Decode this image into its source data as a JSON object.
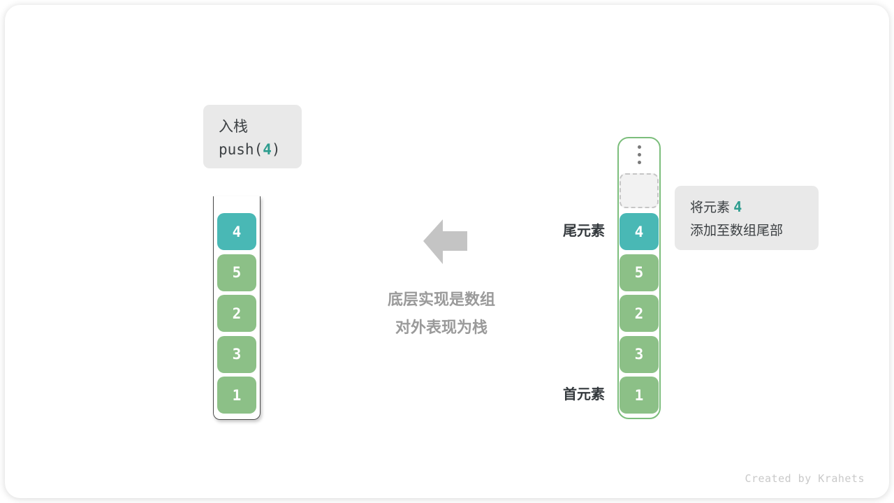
{
  "diagram": {
    "operation_box": {
      "title": "入栈",
      "code_prefix": "push(",
      "code_value": "4",
      "code_suffix": ")"
    },
    "left_stack": {
      "values": [
        "4",
        "5",
        "2",
        "3",
        "1"
      ],
      "highlighted_value": "4"
    },
    "right_stack": {
      "values": [
        "4",
        "5",
        "2",
        "3",
        "1"
      ],
      "highlighted_value": "4",
      "ellipsis_icon": "vertical-dots",
      "empty_slot": ""
    },
    "side_labels": {
      "tail": "尾元素",
      "head": "首元素"
    },
    "center_note": {
      "line1": "底层实现是数组",
      "line2": "对外表现为栈"
    },
    "annotation_box": {
      "line1_prefix": "将元素",
      "value": "4",
      "line2": "添加至数组尾部"
    },
    "watermark": "Created by Krahets"
  },
  "colors": {
    "teal": "#49b8b5",
    "teal-dark": "#2e9d8f",
    "green": "#8cc087",
    "green-border": "#7cbe7c",
    "box-bg": "#e9e9e9",
    "text-dark": "#3c4043",
    "note-gray": "#9a9a9a",
    "arrow-gray": "#c4c4c4",
    "watermark-gray": "#c9c9c9",
    "container-border": "#4a4a4a",
    "dashed-fill": "#f2f2f2",
    "dashed-border": "#c6c6c6",
    "dot-gray": "#7a7a7a"
  }
}
